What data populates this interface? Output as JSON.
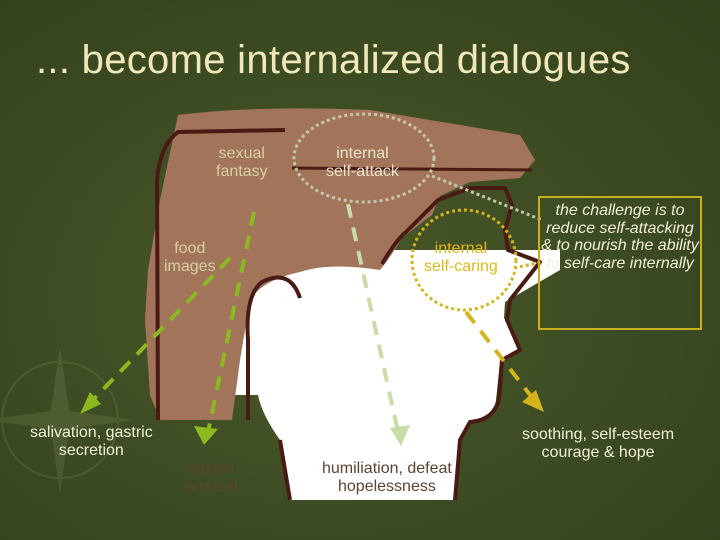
{
  "slide": {
    "title": "... become internalized dialogues",
    "labels": {
      "sexual_fantasy": [
        "sexual",
        "fantasy"
      ],
      "food_images": [
        "food",
        "images"
      ],
      "internal_self_attack": [
        "internal",
        "self-attack"
      ],
      "internal_self_caring": [
        "internal",
        "self-caring"
      ],
      "challenge": "the challenge is to reduce self-attacking & to nourish the ability to self-care internally",
      "salivation": [
        "salivation, gastric",
        "secretion"
      ],
      "sexual_arousal": [
        "sexual",
        "arousal"
      ],
      "humiliation": [
        "humiliation, defeat",
        "hopelessness"
      ],
      "soothing": [
        "soothing, self-esteem",
        "courage & hope"
      ]
    },
    "colors": {
      "background": "#3b4a21",
      "hair": "#a2755a",
      "face": "#ffffff",
      "outline": "#4a1a14",
      "accent_yellow": "#d4b31c",
      "arrow_green": "#8cb821",
      "arrow_pale": "#c8dca8",
      "title": "#f0e8b8"
    }
  }
}
